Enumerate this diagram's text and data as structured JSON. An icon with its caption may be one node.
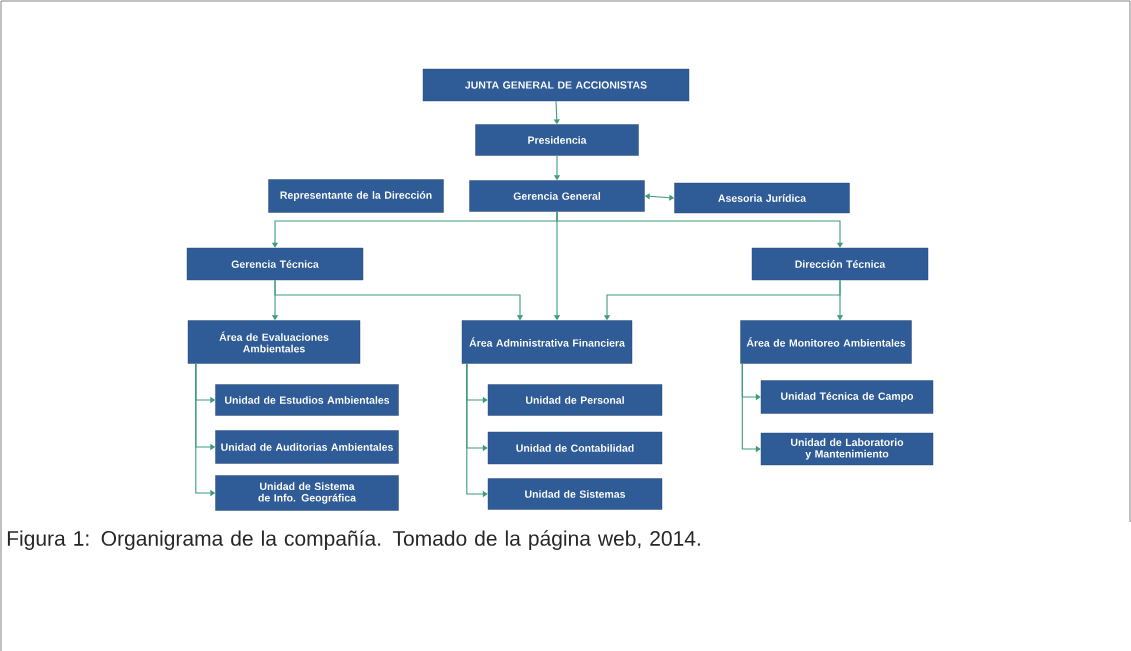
{
  "diagram": {
    "caption": "Figura 1: Organigrama de la compañía. Tomado de la página web, 2014.",
    "nodes": [
      {
        "text": [
          "JUNTA GENERAL DE ACCIONISTAS"
        ]
      },
      {
        "text": [
          "Presidencia"
        ]
      },
      {
        "text": [
          "Representante de la Dirección"
        ]
      },
      {
        "text": [
          "Gerencia General"
        ]
      },
      {
        "text": [
          "Asesoria Jurídica"
        ]
      },
      {
        "text": [
          "Gerencia Técnica"
        ]
      },
      {
        "text": [
          "Dirección Técnica"
        ]
      },
      {
        "text": [
          "Área de Evaluaciones Ambientales"
        ]
      },
      {
        "text": [
          "Área Administrativa Financiera"
        ]
      },
      {
        "text": [
          "Área de Monitoreo Ambientales"
        ]
      },
      {
        "text": [
          "Unidad de Estudios Ambientales"
        ]
      },
      {
        "text": [
          "Unidad de Personal"
        ]
      },
      {
        "text": [
          "Unidad Técnica de Campo"
        ]
      },
      {
        "text": [
          "Unidad de Auditorias Ambientales"
        ]
      },
      {
        "text": [
          "Unidad de Contabilidad"
        ]
      },
      {
        "text": [
          "Unidad de Laboratorio y Mantenimiento"
        ]
      },
      {
        "text": [
          "Unidad de Sistema de Info. Geográfica"
        ]
      },
      {
        "text": [
          "Unidad de Sistemas"
        ]
      }
    ],
    "edges": [
      {
        "from": 0,
        "to": 1,
        "arrow": "to"
      },
      {
        "from": 1,
        "to": 3,
        "arrow": "to"
      },
      {
        "from": 3,
        "to": 4,
        "arrow": "both"
      },
      {
        "from": 3,
        "to": 5,
        "arrow": "to"
      },
      {
        "from": 3,
        "to": 6,
        "arrow": "to"
      },
      {
        "from": 3,
        "to": 8,
        "arrow": "to"
      },
      {
        "from": 5,
        "to": 7,
        "arrow": "to"
      },
      {
        "from": 5,
        "to": 8,
        "arrow": "to"
      },
      {
        "from": 6,
        "to": 8,
        "arrow": "to"
      },
      {
        "from": 6,
        "to": 9,
        "arrow": "to"
      },
      {
        "from": 7,
        "to": 10,
        "arrow": "to"
      },
      {
        "from": 7,
        "to": 13,
        "arrow": "to"
      },
      {
        "from": 7,
        "to": 16,
        "arrow": "to"
      },
      {
        "from": 8,
        "to": 11,
        "arrow": "to"
      },
      {
        "from": 8,
        "to": 14,
        "arrow": "to"
      },
      {
        "from": 8,
        "to": 17,
        "arrow": "to"
      },
      {
        "from": 9,
        "to": 12,
        "arrow": "to"
      },
      {
        "from": 9,
        "to": 15,
        "arrow": "to"
      }
    ]
  }
}
